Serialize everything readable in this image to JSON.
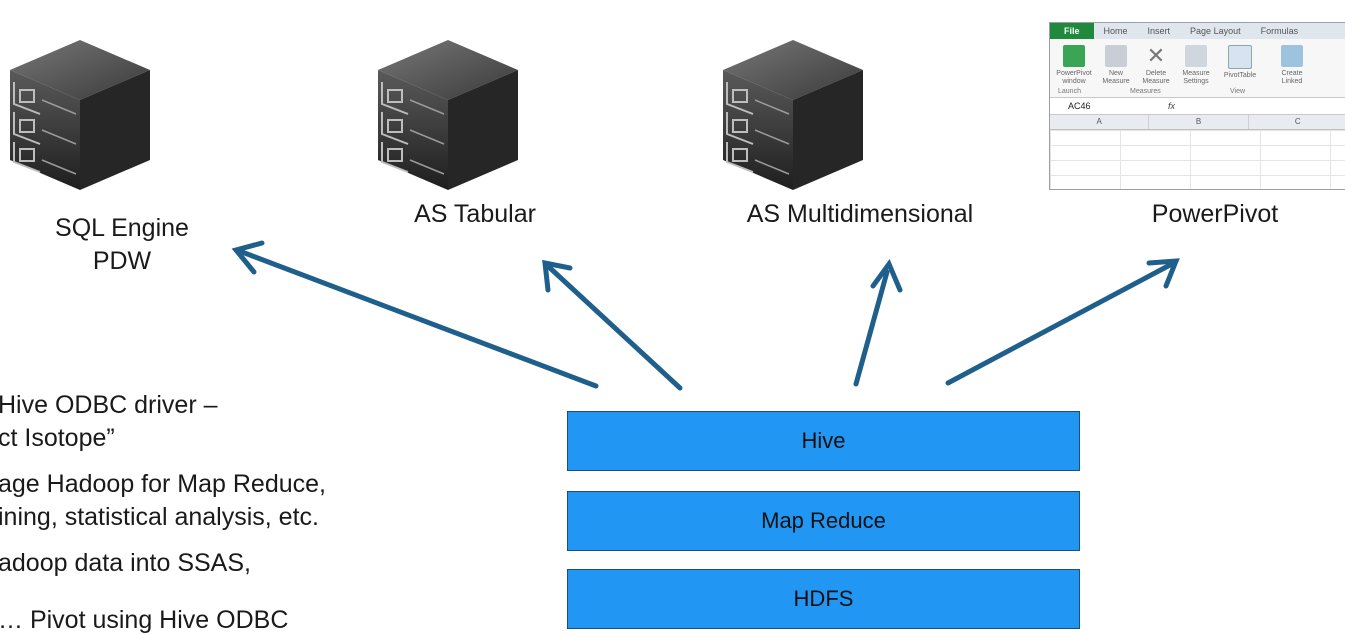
{
  "servers": [
    {
      "id": "sql",
      "label_line1": "SQL Engine",
      "label_line2": "PDW"
    },
    {
      "id": "tabular",
      "label_line1": "AS Tabular"
    },
    {
      "id": "multidim",
      "label_line1": "AS Multidimensional"
    }
  ],
  "powerpivot": {
    "label": "PowerPivot",
    "ribbon": {
      "tabs": [
        "File",
        "Home",
        "Insert",
        "Page Layout",
        "Formulas"
      ],
      "tools": [
        "PowerPivot window",
        "New Measure",
        "Delete Measure",
        "Measure Settings",
        "PivotTable",
        "Create Linked"
      ],
      "groups": [
        "Launch",
        "Measures",
        "View"
      ],
      "cell_ref": "AC46",
      "fx": "fx",
      "columns": [
        "A",
        "B",
        "C"
      ]
    }
  },
  "bullets": [
    "Hive ODBC driver –",
    "ct Isotope”",
    "age Hadoop for Map Reduce,",
    "ining, statistical analysis, etc.",
    "adoop data into SSAS,",
    "… Pivot using Hive ODBC"
  ],
  "stack": [
    "Hive",
    "Map Reduce",
    "HDFS"
  ],
  "colors": {
    "arrow": "#1f5f8b",
    "box_fill": "#2196f3",
    "box_border": "#1f4e79"
  }
}
